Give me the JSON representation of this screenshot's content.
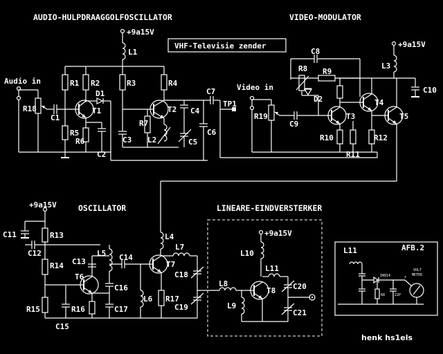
{
  "titles": {
    "audio": "AUDIO-HULPDRAAGGOLFOSCILLATOR",
    "video": "VIDEO-MODULATOR",
    "oscillator": "OSCILLATOR",
    "amplifier": "LINEARE-EINDVERSTERKER",
    "banner": "VHF-Televisie zender"
  },
  "supplies": {
    "s1": "+9a15V",
    "s2": "+9a15V",
    "s3": "+9a15V",
    "s4": "+9a15V"
  },
  "inputs": {
    "audio_in": "Audio in",
    "video_in": "Video in",
    "tp1": "TP1"
  },
  "audio_section": {
    "labels": [
      "L1",
      "R1",
      "R2",
      "D1",
      "R3",
      "R4",
      "T1",
      "T2",
      "C1",
      "R18",
      "R5",
      "R6",
      "C2",
      "C3",
      "R7",
      "L2",
      "C4",
      "C5",
      "C6",
      "C7"
    ]
  },
  "video_section": {
    "labels": [
      "C8",
      "R8",
      "R9",
      "L3",
      "C10",
      "D2",
      "R19",
      "C9",
      "T3",
      "T4",
      "T5",
      "R10",
      "R12",
      "R11"
    ]
  },
  "oscillator_section": {
    "labels": [
      "C11",
      "C12",
      "R13",
      "R14",
      "R15",
      "C13",
      "L5",
      "T6",
      "C16",
      "R16",
      "C17",
      "C15",
      "C14",
      "L6",
      "L4",
      "T7",
      "L7",
      "C18",
      "R17",
      "C19"
    ]
  },
  "amplifier_section": {
    "labels": [
      "L10",
      "L11",
      "L8",
      "T8",
      "C20",
      "L9",
      "C21"
    ]
  },
  "inset": {
    "title": "AFB.2",
    "coil": "L11",
    "diode": "IN914",
    "res": "68",
    "cap": "22P",
    "meter1": "VOLT",
    "meter2": "METER",
    "plus": "+"
  },
  "credit": "henk hs1els"
}
